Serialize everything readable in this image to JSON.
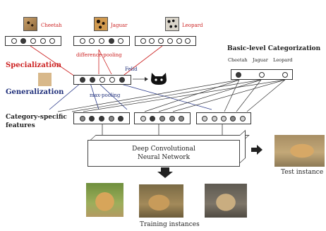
{
  "specialization": {
    "title": "Specialization",
    "classes": [
      {
        "label": "Cheetah",
        "icon": "cheetah-fur-icon"
      },
      {
        "label": "Jaguar",
        "icon": "jaguar-fur-icon"
      },
      {
        "label": "Leopard",
        "icon": "leopard-fur-icon"
      }
    ],
    "pooling_label": "difference-pooling"
  },
  "generalization": {
    "title": "Generalization",
    "concept_label": "Felid",
    "pooling_label": "max-pooling",
    "icon": "cat-head-icon"
  },
  "basic_level": {
    "title": "Basic-level Categorization",
    "classes": [
      "Cheetah",
      "Jaguar",
      "Leopard"
    ]
  },
  "category_specific": {
    "title_line1": "Category-specific",
    "title_line2": "features"
  },
  "network": {
    "line1": "Deep Convolutional",
    "line2": "Neural Network"
  },
  "test": {
    "label": "Test instance"
  },
  "training": {
    "label": "Training instances"
  },
  "colors": {
    "red_label": "#cc2222",
    "blue_label": "#1f2f7a"
  }
}
